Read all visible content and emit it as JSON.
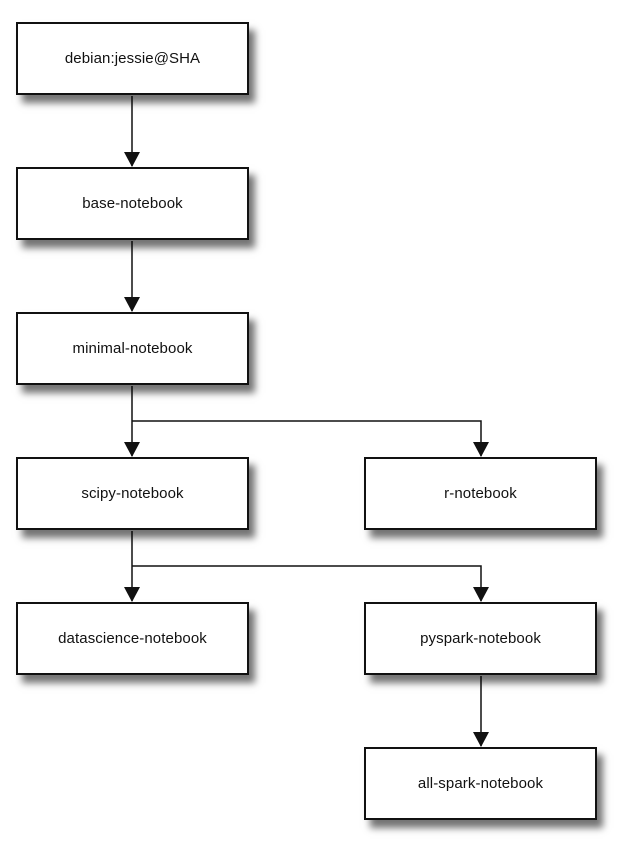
{
  "diagram": {
    "nodes": [
      {
        "id": "debian",
        "label": "debian:jessie@SHA"
      },
      {
        "id": "base",
        "label": "base-notebook"
      },
      {
        "id": "minimal",
        "label": "minimal-notebook"
      },
      {
        "id": "scipy",
        "label": "scipy-notebook"
      },
      {
        "id": "r",
        "label": "r-notebook"
      },
      {
        "id": "ds",
        "label": "datascience-notebook"
      },
      {
        "id": "pyspark",
        "label": "pyspark-notebook"
      },
      {
        "id": "allspark",
        "label": "all-spark-notebook"
      }
    ],
    "edges": [
      {
        "from": "debian",
        "to": "base"
      },
      {
        "from": "base",
        "to": "minimal"
      },
      {
        "from": "minimal",
        "to": "scipy"
      },
      {
        "from": "minimal",
        "to": "r"
      },
      {
        "from": "scipy",
        "to": "ds"
      },
      {
        "from": "scipy",
        "to": "pyspark"
      },
      {
        "from": "pyspark",
        "to": "allspark"
      }
    ]
  }
}
